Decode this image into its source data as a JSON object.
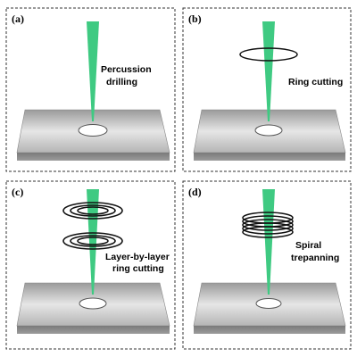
{
  "panels": [
    {
      "label": "(a)",
      "caption_lines": [
        "Percussion",
        "drilling"
      ]
    },
    {
      "label": "(b)",
      "caption_lines": [
        "Ring cutting"
      ]
    },
    {
      "label": "(c)",
      "caption_lines": [
        "Layer-by-layer",
        "ring cutting"
      ]
    },
    {
      "label": "(d)",
      "caption_lines": [
        "Spiral",
        "trepanning"
      ]
    }
  ],
  "colors": {
    "beam": "#3fca82",
    "plate_top": "#cfcfcf",
    "plate_edge": "#8a8a8a",
    "hole": "#ffffff",
    "rings": "#111111",
    "border": "#333333"
  }
}
